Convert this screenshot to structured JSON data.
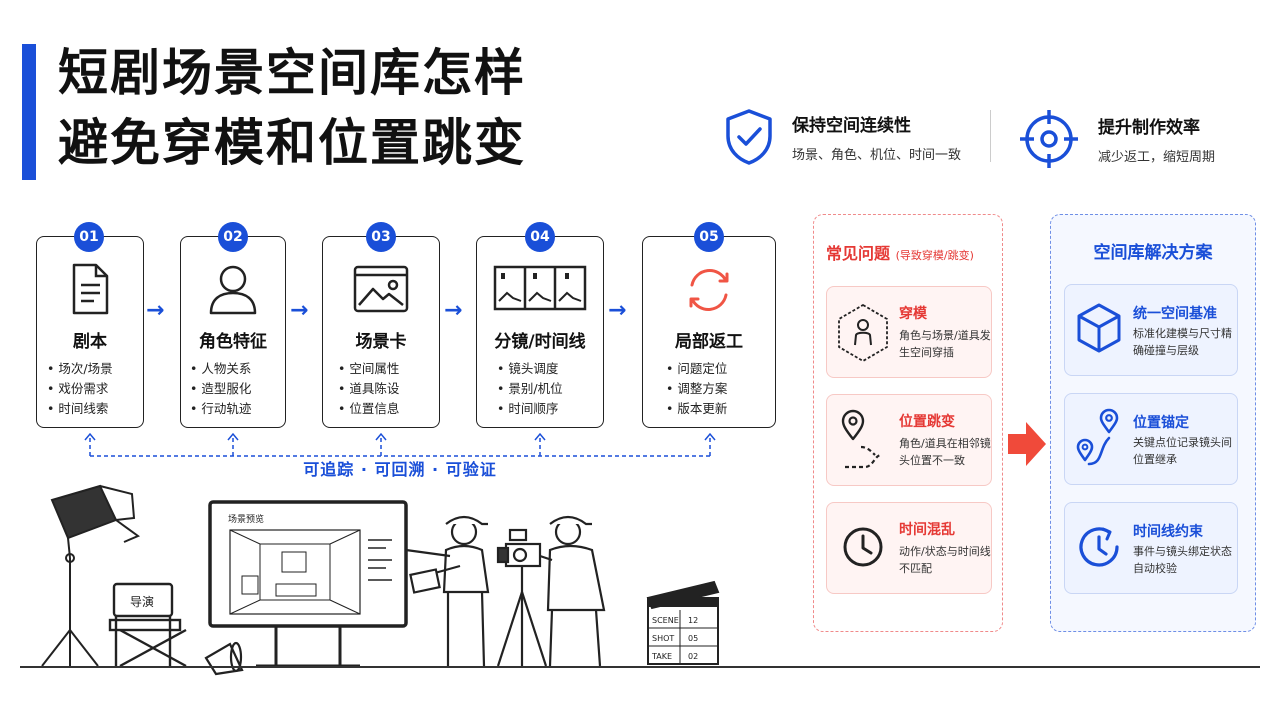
{
  "title": {
    "line1": "短剧场景空间库怎样",
    "line2": "避免穿模和位置跳变"
  },
  "features": [
    {
      "icon": "shield-check-icon",
      "title": "保持空间连续性",
      "subtitle": "场景、角色、机位、时间一致"
    },
    {
      "icon": "target-crosshair-icon",
      "title": "提升制作效率",
      "subtitle": "减少返工，缩短周期"
    }
  ],
  "steps": [
    {
      "num": "01",
      "icon": "document-icon",
      "title": "剧本",
      "items": [
        "场次/场景",
        "戏份需求",
        "时间线索"
      ]
    },
    {
      "num": "02",
      "icon": "person-icon",
      "title": "角色特征",
      "items": [
        "人物关系",
        "造型服化",
        "行动轨迹"
      ]
    },
    {
      "num": "03",
      "icon": "image-icon",
      "title": "场景卡",
      "items": [
        "空间属性",
        "道具陈设",
        "位置信息"
      ]
    },
    {
      "num": "04",
      "icon": "storyboard-icon",
      "title": "分镜/时间线",
      "items": [
        "镜头调度",
        "景别/机位",
        "时间顺序"
      ]
    },
    {
      "num": "05",
      "icon": "refresh-cycle-icon",
      "title": "局部返工",
      "items": [
        "问题定位",
        "调整方案",
        "版本更新"
      ]
    }
  ],
  "trace_text": "可追踪 · 可回溯 · 可验证",
  "problems": {
    "title": "常见问题",
    "title_note": "(导致穿模/跳变)",
    "items": [
      {
        "icon": "cube-person-icon",
        "title": "穿模",
        "desc": "角色与场景/道具发生空间穿插"
      },
      {
        "icon": "location-jump-icon",
        "title": "位置跳变",
        "desc": "角色/道具在相邻镜头位置不一致"
      },
      {
        "icon": "clock-icon",
        "title": "时间混乱",
        "desc": "动作/状态与时间线不匹配"
      }
    ]
  },
  "solutions": {
    "title": "空间库解决方案",
    "items": [
      {
        "icon": "cube-icon",
        "title": "统一空间基准",
        "desc": "标准化建模与尺寸精确碰撞与层级"
      },
      {
        "icon": "location-path-icon",
        "title": "位置锚定",
        "desc": "关键点位记录镜头间位置继承"
      },
      {
        "icon": "clock-arrow-icon",
        "title": "时间线约束",
        "desc": "事件与镜头绑定状态自动校验"
      }
    ]
  },
  "scene": {
    "monitor_label": "场景预览",
    "chair_label": "导演",
    "clapper": [
      {
        "label": "SCENE",
        "value": "12"
      },
      {
        "label": "SHOT",
        "value": "05"
      },
      {
        "label": "TAKE",
        "value": "02"
      }
    ]
  },
  "colors": {
    "accent": "#1a4fd8",
    "problem": "#e53935"
  }
}
